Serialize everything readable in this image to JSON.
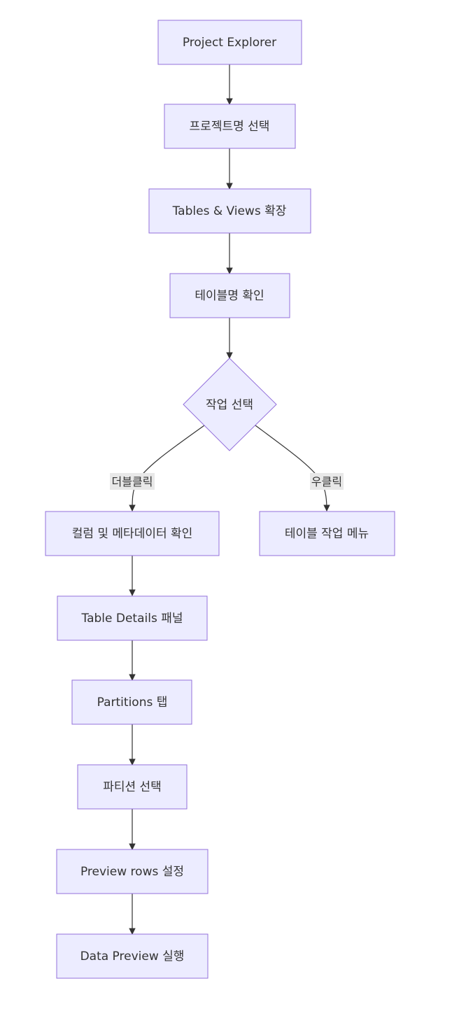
{
  "nodes": {
    "project_explorer": "Project Explorer",
    "select_project": "프로젝트명 선택",
    "expand_tables": "Tables & Views 확장",
    "check_table": "테이블명 확인",
    "choose_action": "작업 선택",
    "check_columns": "컬럼 및 메타데이터 확인",
    "table_menu": "테이블 작업 메뉴",
    "table_details": "Table Details 패널",
    "partitions_tab": "Partitions 탭",
    "select_partition": "파티션 선택",
    "preview_rows": "Preview rows 설정",
    "data_preview": "Data Preview 실행"
  },
  "edge_labels": {
    "double_click": "더블클릭",
    "right_click": "우클릭"
  },
  "colors": {
    "node_fill": "#ececff",
    "node_stroke": "#9370db",
    "edge": "#333333",
    "label_bg": "#e8e8e8"
  }
}
